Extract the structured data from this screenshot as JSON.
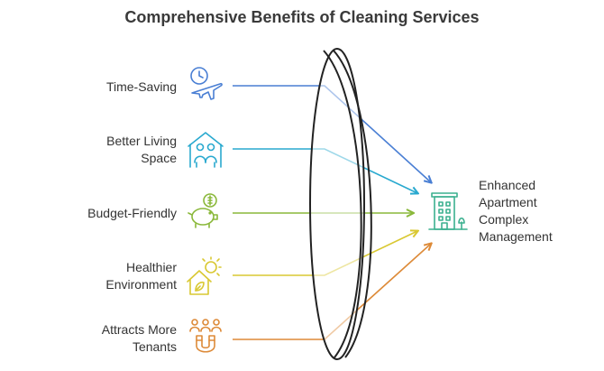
{
  "title": "Comprehensive Benefits of Cleaning Services",
  "benefits": [
    {
      "lines": [
        "Time-Saving"
      ],
      "icon": "clock-airplane-icon",
      "color": "#4a7fd4"
    },
    {
      "lines": [
        "Better Living",
        "Space"
      ],
      "icon": "family-house-icon",
      "color": "#29a9cf"
    },
    {
      "lines": [
        "Budget-Friendly"
      ],
      "icon": "piggy-bank-icon",
      "color": "#8ab83a"
    },
    {
      "lines": [
        "Healthier",
        "Environment"
      ],
      "icon": "eco-house-sun-icon",
      "color": "#d9c832"
    },
    {
      "lines": [
        "Attracts More",
        "Tenants"
      ],
      "icon": "people-magnet-icon",
      "color": "#dd8a38"
    }
  ],
  "target": {
    "lines": [
      "Enhanced",
      "Apartment",
      "Complex",
      "Management"
    ],
    "icon": "apartment-building-icon",
    "color": "#3bb08f"
  }
}
